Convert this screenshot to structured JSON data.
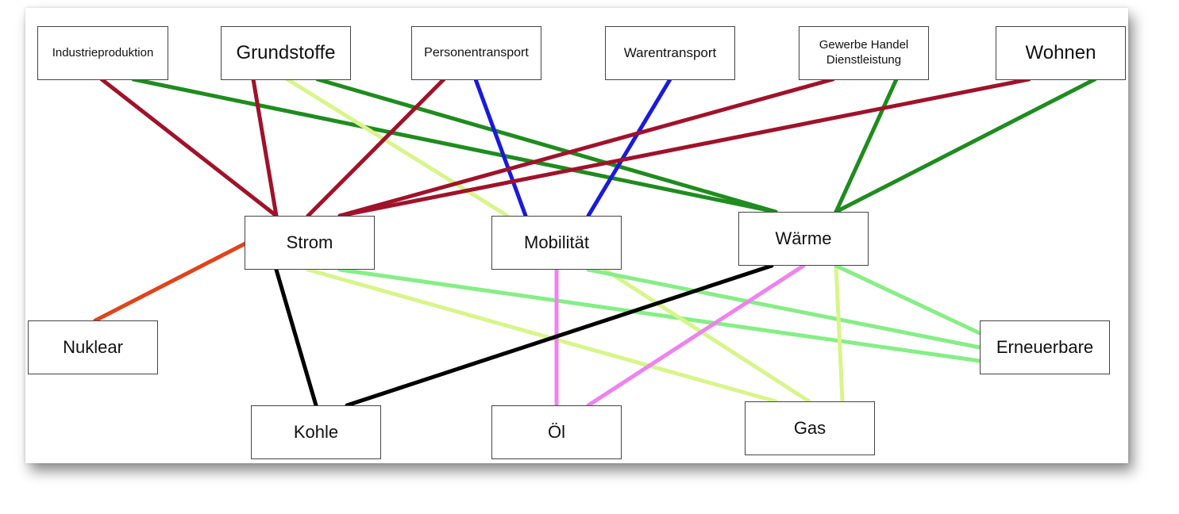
{
  "nodes": {
    "industrieproduktion": "Industrieproduktion",
    "grundstoffe": "Grundstoffe",
    "personentransport": "Personentransport",
    "warentransport": "Warentransport",
    "gewerbe": "Gewerbe  Handel\nDienstleistung",
    "wohnen": "Wohnen",
    "strom": "Strom",
    "mobilitaet": "Mobilität",
    "waerme": "Wärme",
    "nuklear": "Nuklear",
    "erneuerbare": "Erneuerbare",
    "kohle": "Kohle",
    "oel": "Öl",
    "gas": "Gas"
  },
  "edge_colors": {
    "dark-red": "#a0122a",
    "green": "#1e8c1e",
    "blue": "#1a1adc",
    "light-yellow-green": "#d8f58a",
    "light-green": "#86ee86",
    "pink": "#ee82ee",
    "black": "#000000",
    "orange-red": "#e0441a"
  },
  "edges": [
    {
      "from": "industrieproduktion",
      "to": "strom",
      "color": "dark-red"
    },
    {
      "from": "industrieproduktion",
      "to": "waerme",
      "color": "green"
    },
    {
      "from": "grundstoffe",
      "to": "strom",
      "color": "dark-red"
    },
    {
      "from": "grundstoffe",
      "to": "mobilitaet",
      "color": "light-yellow-green"
    },
    {
      "from": "grundstoffe",
      "to": "waerme",
      "color": "green"
    },
    {
      "from": "personentransport",
      "to": "strom",
      "color": "dark-red"
    },
    {
      "from": "personentransport",
      "to": "mobilitaet",
      "color": "blue"
    },
    {
      "from": "warentransport",
      "to": "mobilitaet",
      "color": "blue"
    },
    {
      "from": "gewerbe",
      "to": "strom",
      "color": "dark-red"
    },
    {
      "from": "gewerbe",
      "to": "waerme",
      "color": "green"
    },
    {
      "from": "wohnen",
      "to": "strom",
      "color": "dark-red"
    },
    {
      "from": "wohnen",
      "to": "waerme",
      "color": "green"
    },
    {
      "from": "strom",
      "to": "nuklear",
      "color": "orange-red"
    },
    {
      "from": "strom",
      "to": "kohle",
      "color": "black"
    },
    {
      "from": "strom",
      "to": "gas",
      "color": "light-yellow-green"
    },
    {
      "from": "strom",
      "to": "erneuerbare",
      "color": "light-green"
    },
    {
      "from": "mobilitaet",
      "to": "oel",
      "color": "pink"
    },
    {
      "from": "mobilitaet",
      "to": "gas",
      "color": "light-yellow-green"
    },
    {
      "from": "mobilitaet",
      "to": "erneuerbare",
      "color": "light-green"
    },
    {
      "from": "waerme",
      "to": "kohle",
      "color": "black"
    },
    {
      "from": "waerme",
      "to": "oel",
      "color": "pink"
    },
    {
      "from": "waerme",
      "to": "gas",
      "color": "light-yellow-green"
    },
    {
      "from": "waerme",
      "to": "erneuerbare",
      "color": "light-green"
    }
  ]
}
